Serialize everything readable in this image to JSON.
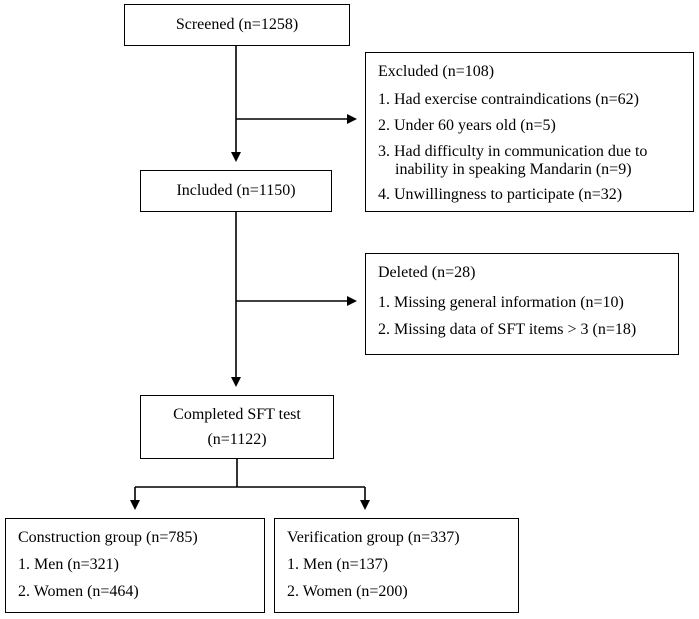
{
  "screened": {
    "label": "Screened (n=1258)"
  },
  "excluded": {
    "title": "Excluded (n=108)",
    "items": [
      "1. Had exercise contraindications (n=62)",
      "2. Under 60 years old (n=5)",
      "3. Had difficulty in communication due to",
      "inability in speaking Mandarin (n=9)",
      "4. Unwillingness to participate (n=32)"
    ]
  },
  "included": {
    "label": "Included (n=1150)"
  },
  "deleted": {
    "title": "Deleted (n=28)",
    "items": [
      "1. Missing general information (n=10)",
      "2. Missing data of SFT items > 3 (n=18)"
    ]
  },
  "completed": {
    "line1": "Completed SFT test",
    "line2": "(n=1122)"
  },
  "construction": {
    "title": "Construction group (n=785)",
    "items": [
      "1. Men (n=321)",
      "2. Women (n=464)"
    ]
  },
  "verification": {
    "title": "Verification group (n=337)",
    "items": [
      "1. Men (n=137)",
      "2. Women (n=200)"
    ]
  }
}
